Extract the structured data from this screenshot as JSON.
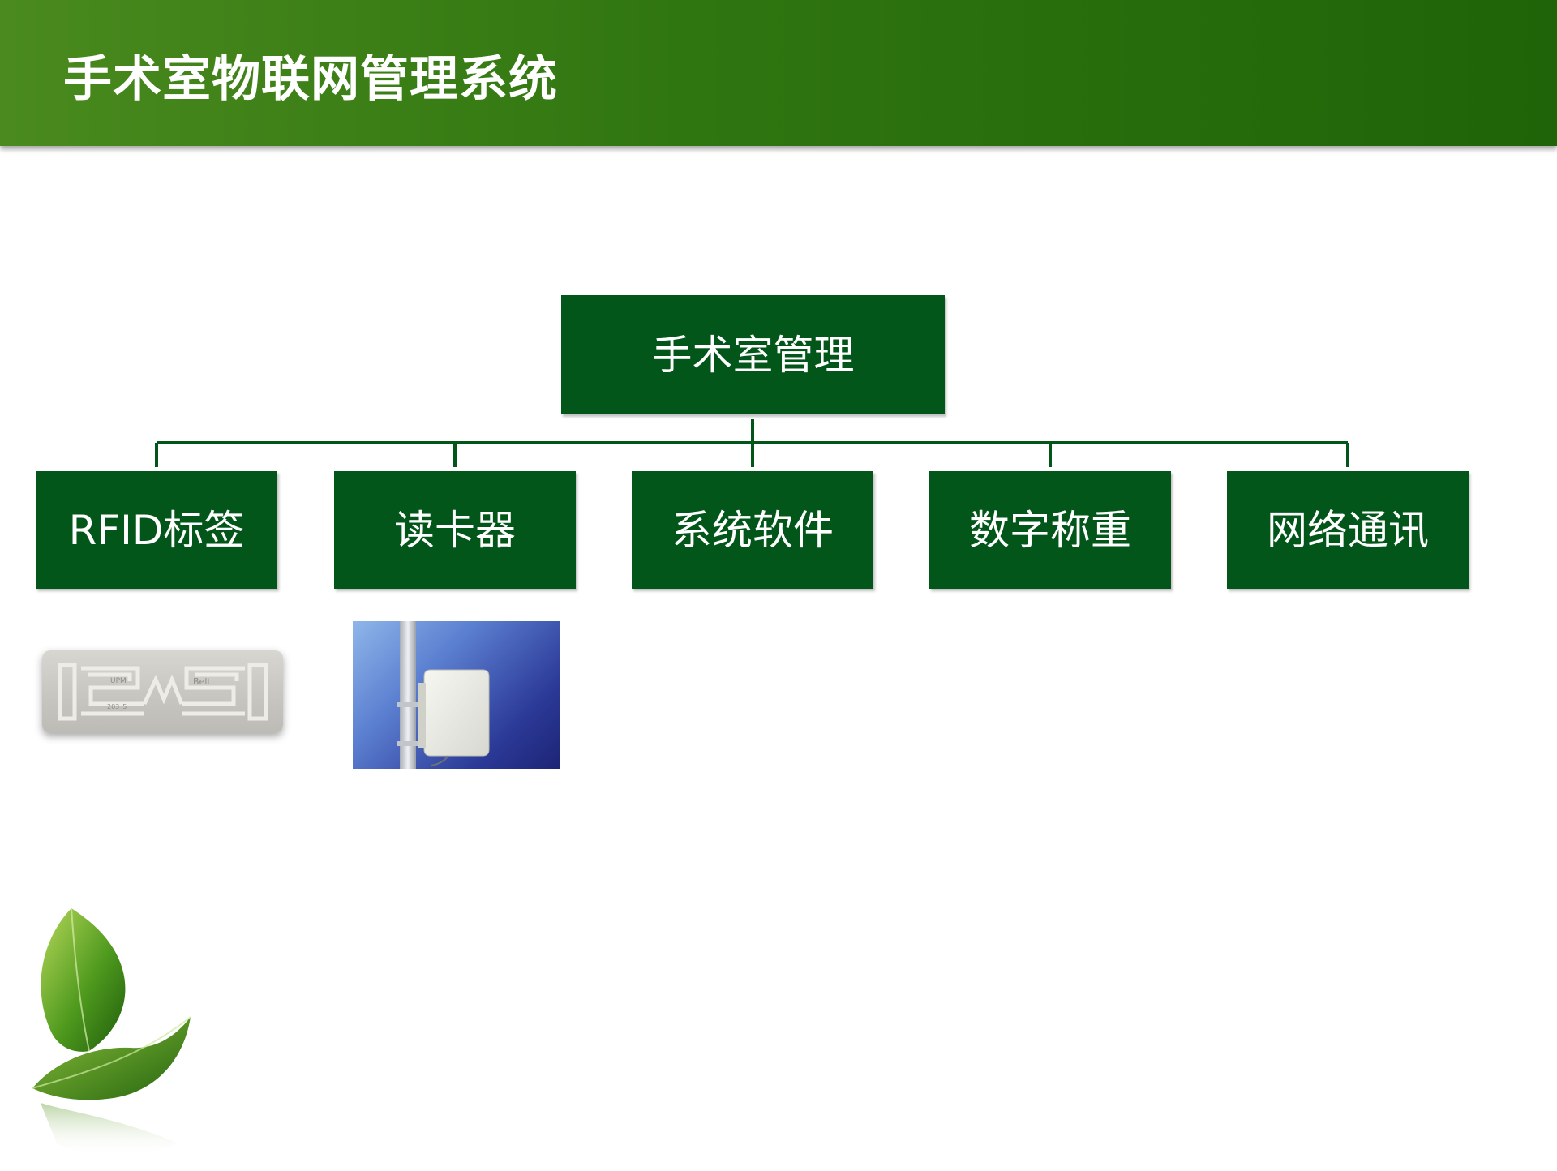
{
  "slide": {
    "title": "手术室物联网管理系统"
  },
  "org_chart": {
    "root": {
      "label": "手术室管理"
    },
    "children": [
      {
        "label": "RFID标签"
      },
      {
        "label": "读卡器"
      },
      {
        "label": "系统软件"
      },
      {
        "label": "数字称重"
      },
      {
        "label": "网络通讯"
      }
    ]
  },
  "images": {
    "rfid_tag": {
      "icon": "rfid-tag-image",
      "printed_text": [
        "UPM",
        "Belt",
        "203_5"
      ]
    },
    "reader": {
      "icon": "rfid-reader-antenna-image"
    },
    "decoration": {
      "icon": "green-leaf-image"
    }
  },
  "colors": {
    "title_bar_start": "#4a8a1e",
    "title_bar_end": "#1f6408",
    "node_fill": "#03561a",
    "connector": "#03561a"
  }
}
